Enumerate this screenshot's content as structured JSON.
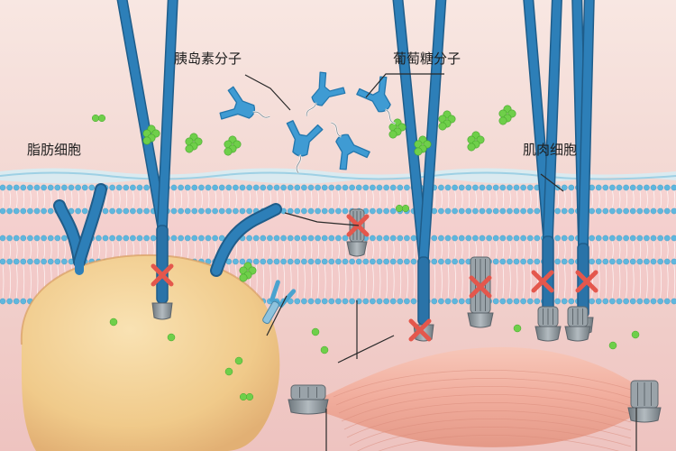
{
  "labels": {
    "insulin": "胰岛素分子",
    "glucose": "葡萄糖分子",
    "fat_cell": "脂肪细胞",
    "muscle_cell": "肌肉细胞"
  },
  "colors": {
    "background": "#f3d7d4",
    "membrane_head": "#5fb7de",
    "receptor": "#2d7fb8",
    "insulin": "#3f9bd3",
    "glucose": "#6fcf4a",
    "blocked_mark": "#e4574c",
    "fat_cell": "#f1cf8e",
    "muscle_cell": "#f2b4a4",
    "transporter": "#8c949a"
  },
  "icons": [
    "blocked-x-icon",
    "receptor-icon",
    "insulin-molecule-icon",
    "glucose-cluster-icon",
    "glut-transporter-icon"
  ]
}
